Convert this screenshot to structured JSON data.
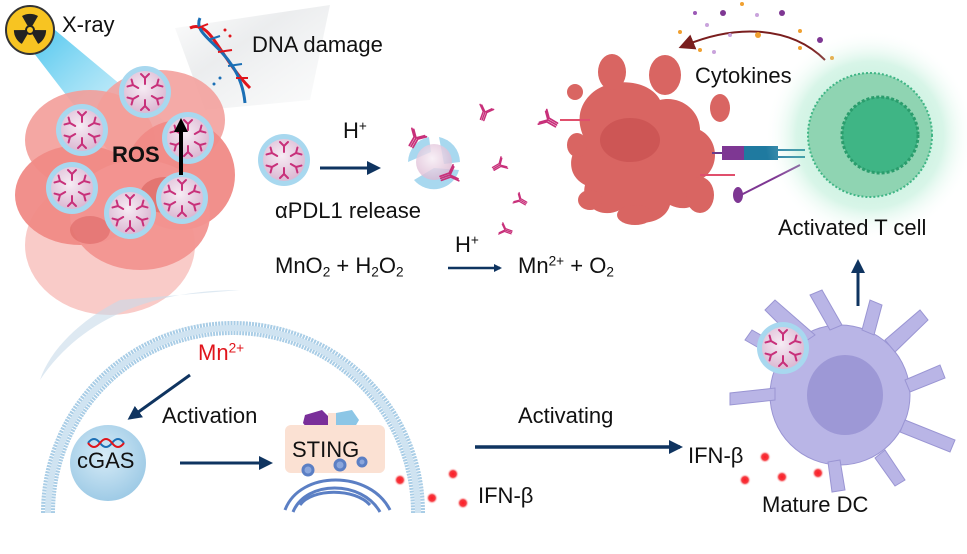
{
  "colors": {
    "arrow_navy": "#0f3460",
    "tumor_pink": "#f08a86",
    "tumor_dark": "#d9605e",
    "nanoparticle_shell": "#a8d8ef",
    "nanoparticle_core": "#e6c7de",
    "antibody_magenta": "#c8307a",
    "membrane_blue": "#a9cde6",
    "t_cell_green": "#3fb585",
    "dc_lavender": "#b9b5e6",
    "ifn_red": "#f0202a",
    "mn_red": "#e0141b",
    "cytokine_arrow": "#7a1e1e",
    "sting_box": "#fbe1d3",
    "xray_beam": "#38c6ee",
    "radiation_yellow": "#f7c422"
  },
  "icons": {
    "radiation": "radiation-hazard-icon",
    "dna": "dna-helix-icon"
  },
  "labels": {
    "xray": "X-ray",
    "dna_damage": "DNA damage",
    "ros": "ROS",
    "h_plus_1": {
      "base": "H",
      "sup": "+"
    },
    "apdl1_release": "αPDL1 release",
    "reaction": {
      "reactant1": {
        "base": "MnO",
        "sub": "2"
      },
      "plus1": " + ",
      "reactant2a": {
        "base": "H",
        "sub": "2"
      },
      "reactant2b": {
        "base": "O",
        "sub": "2"
      },
      "catalyst": {
        "base": "H",
        "sup": "+"
      },
      "product1": {
        "base": "Mn",
        "sup": "2+"
      },
      "plus2": " + ",
      "product2": {
        "base": "O",
        "sub": "2"
      }
    },
    "cytokines": "Cytokines",
    "activated_t_cell": "Activated T cell",
    "mn2": {
      "base": "Mn",
      "sup": "2+"
    },
    "activation": "Activation",
    "cgas": "cGAS",
    "sting": "STING",
    "ifn_beta_1": "IFN-β",
    "activating": "Activating",
    "ifn_beta_2": "IFN-β",
    "mature_dc": "Mature DC"
  }
}
